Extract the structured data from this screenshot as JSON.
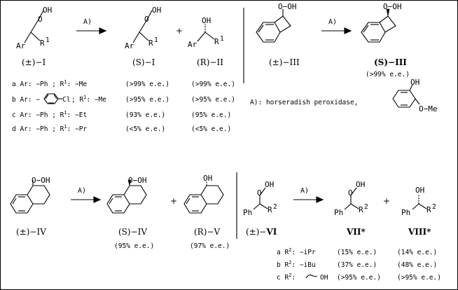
{
  "scheme_1": {
    "substrate": {
      "OH": "OH",
      "Ar": "Ar",
      "R1": "R",
      "R1_sup": "1",
      "label": "(±)−I"
    },
    "arrow_label": "A)",
    "product_1": {
      "OH": "OH",
      "Ar": "Ar",
      "R1": "R",
      "R1_sup": "1",
      "label": "(S)−I"
    },
    "plus": "+",
    "product_2": {
      "OH": "OH",
      "Ar": "Ar",
      "R1": "R",
      "R1_sup": "1",
      "label": "(R)−II"
    },
    "rows": [
      {
        "key": "a Ar: −Ph ; R",
        "sup": "1",
        "tail": ": −Me",
        "ee_1": "(>99% e.e.)",
        "ee_2": "(>99% e.e.)"
      },
      {
        "key": "b Ar: −",
        "ring_sub": "Cl",
        "sup": "1",
        "tail": ": −Me",
        "ee_1": "(>95% e.e.)",
        "ee_2": "(>95% e.e.)"
      },
      {
        "key": "c Ar: −Ph ; R",
        "sup": "1",
        "tail": ": −Et",
        "ee_1": "(93% e.e.)",
        "ee_2": "(95% e.e.)"
      },
      {
        "key": "d Ar: −Ph ; R",
        "sup": "1",
        "tail": ": −Pr",
        "ee_1": "(<5% e.e.)",
        "ee_2": "(<5% e.e.)"
      }
    ]
  },
  "scheme_2": {
    "substrate": {
      "OOH": "O−OH",
      "label": "(±)−III"
    },
    "arrow_label": "A)",
    "product": {
      "OOH": "O−OH",
      "label": "(S)−III",
      "ee": "(>99% e.e.)"
    },
    "reagent": {
      "text": "A):  horseradish peroxidase,",
      "OH": "OH",
      "OMe": "O−Me"
    }
  },
  "scheme_3": {
    "substrate": {
      "OOH": "O−OH",
      "label": "(±)−IV"
    },
    "arrow_label": "A)",
    "product_1": {
      "OOH": "O−OH",
      "label": "(S)−IV",
      "ee": "(95% e.e.)"
    },
    "plus": "+",
    "product_2": {
      "OH": "OH",
      "label": "(R)−V",
      "ee": "(97% e.e.)"
    }
  },
  "scheme_4": {
    "substrate": {
      "OH": "OH",
      "Ph": "Ph",
      "R2": "R",
      "R2_sup": "2",
      "label": "(±)−VI"
    },
    "arrow_label": "A)",
    "product_1": {
      "OH": "OH",
      "Ph": "Ph",
      "R2": "R",
      "R2_sup": "2",
      "label": "VII*"
    },
    "plus": "+",
    "product_2": {
      "OH": "OH",
      "Ph": "Ph",
      "R2": "R",
      "R2_sup": "2",
      "label": "VIII*"
    },
    "rows": [
      {
        "key": "a R",
        "sup": "2",
        "tail": ": −iPr",
        "ee_1": "(15% e.e.)",
        "ee_2": "(14% e.e.)"
      },
      {
        "key": "b R",
        "sup": "2",
        "tail": ": −iBu",
        "ee_1": "(37% e.e.)",
        "ee_2": "(48% e.e.)"
      },
      {
        "key": "c R",
        "sup": "2",
        "tail": ":",
        "tail_oh": "OH",
        "ee_1": "(>95% e.e.)",
        "ee_2": "(>95% e.e.)"
      }
    ]
  }
}
